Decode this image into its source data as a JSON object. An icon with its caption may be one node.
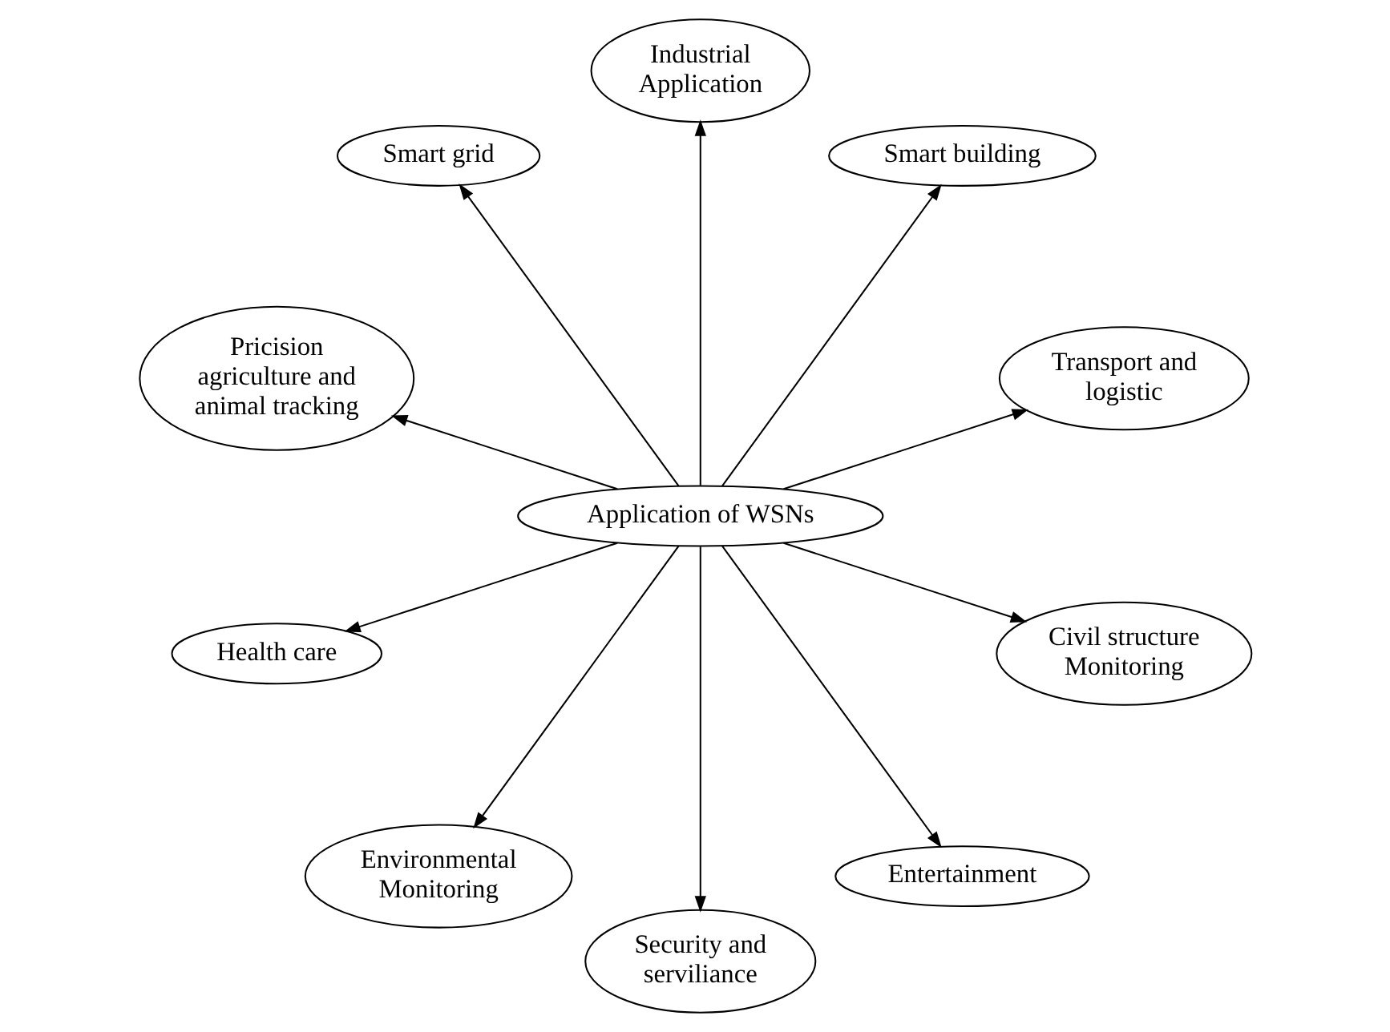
{
  "diagram": {
    "nodes": [
      {
        "text": [
          "Transport and logistic"
        ]
      },
      {
        "text": [
          "Smart building"
        ]
      },
      {
        "text": [
          "Industrial Application"
        ]
      },
      {
        "text": [
          "Smart grid"
        ]
      },
      {
        "text": [
          "Application of WSNs"
        ]
      },
      {
        "text": [
          "Pricision agriculture and animal tracking"
        ]
      },
      {
        "text": [
          "Health care"
        ]
      },
      {
        "text": [
          "Environmental Monitoring"
        ]
      },
      {
        "text": [
          "Security and serviliance"
        ]
      },
      {
        "text": [
          "Entertainment"
        ]
      },
      {
        "text": [
          "Civil structure Monitoring"
        ]
      }
    ],
    "edges": [
      {
        "from": 4,
        "to": 0,
        "arrow": "to"
      },
      {
        "from": 4,
        "to": 1,
        "arrow": "to"
      },
      {
        "from": 4,
        "to": 2,
        "arrow": "to"
      },
      {
        "from": 4,
        "to": 3,
        "arrow": "to"
      },
      {
        "from": 4,
        "to": 5,
        "arrow": "to"
      },
      {
        "from": 4,
        "to": 6,
        "arrow": "to"
      },
      {
        "from": 4,
        "to": 7,
        "arrow": "to"
      },
      {
        "from": 4,
        "to": 8,
        "arrow": "to"
      },
      {
        "from": 4,
        "to": 9,
        "arrow": "to"
      },
      {
        "from": 4,
        "to": 10,
        "arrow": "to"
      }
    ]
  }
}
